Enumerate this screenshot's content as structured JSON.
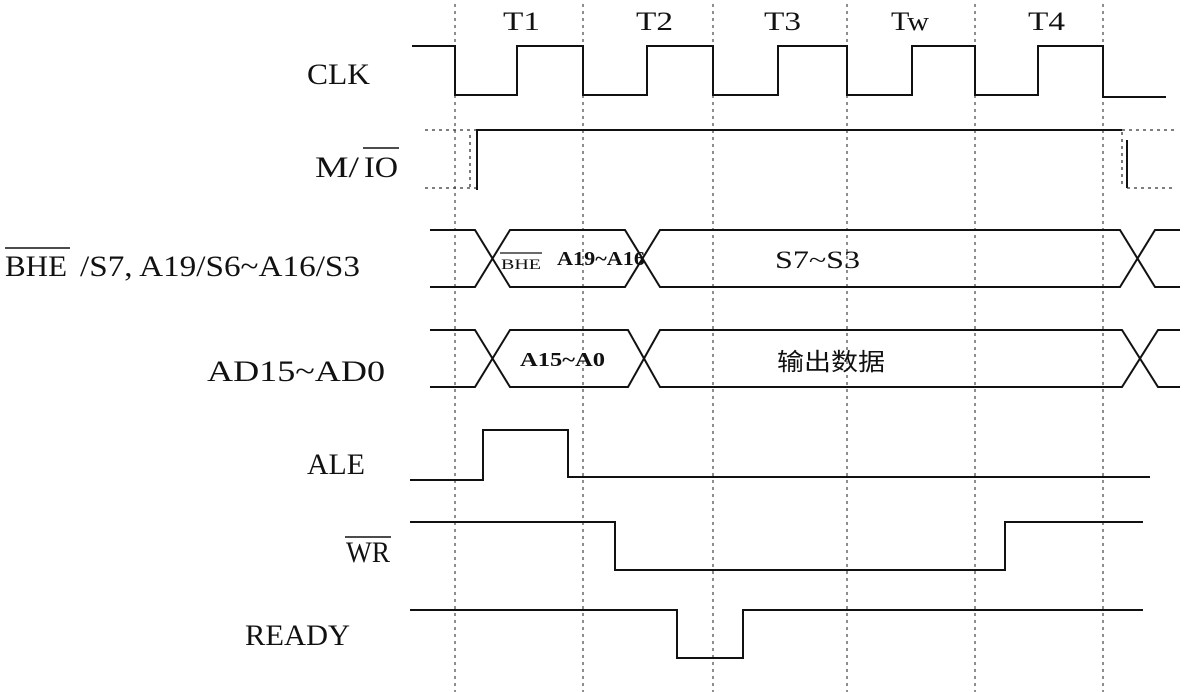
{
  "columns": [
    "T1",
    "T2",
    "T3",
    "Tw",
    "T4"
  ],
  "signals": {
    "clk": "CLK",
    "m_io": {
      "prefix": "M/",
      "overline": "IO"
    },
    "bhe_status": {
      "overline": "BHE",
      "rest": "/S7, A19/S6~A16/S3"
    },
    "ad": "AD15~AD0",
    "ale": "ALE",
    "wr": {
      "overline": "WR"
    },
    "ready": "READY"
  },
  "bus_labels": {
    "bhe": "BHE",
    "a19_a16": "A19~A16",
    "s7_s3": "S7~S3",
    "a15_a0": "A15~A0",
    "output_data": "输出数据"
  }
}
